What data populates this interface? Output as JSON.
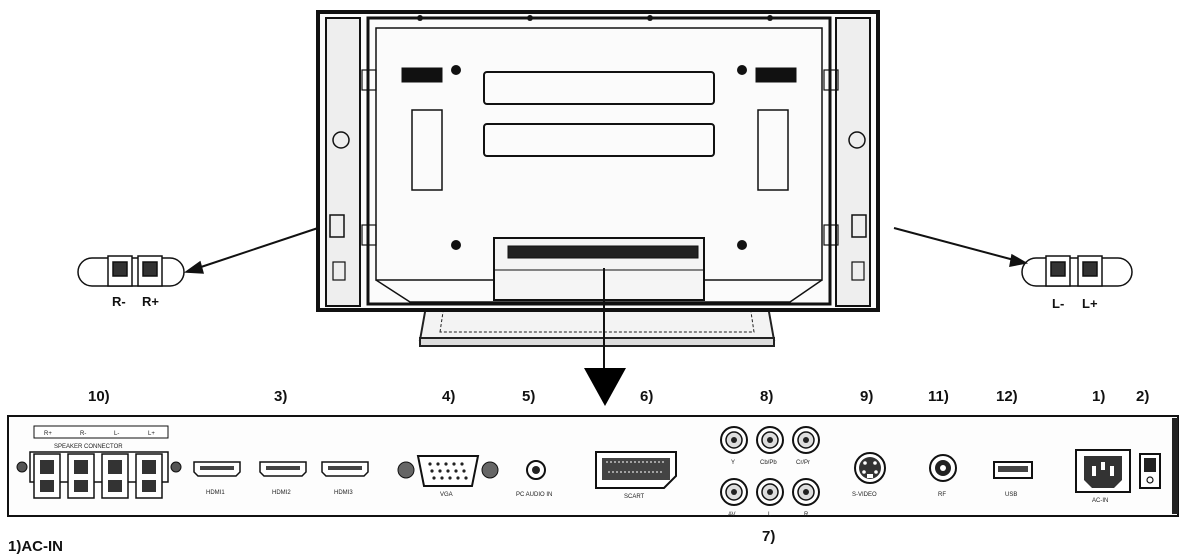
{
  "side_speakers": {
    "left_labels": [
      "R-",
      "R+"
    ],
    "right_labels": [
      "L-",
      "L+"
    ]
  },
  "callout_numbers": {
    "speaker": "10)",
    "hdmi": "3)",
    "vga": "4)",
    "pc_audio": "5)",
    "scart": "6)",
    "av_group": "8)",
    "av_bottom": "7)",
    "svideo": "9)",
    "rf": "11)",
    "usb": "12)",
    "ac_in": "1)",
    "switch": "2)"
  },
  "panel": {
    "speaker_terminal_labels": [
      "R+",
      "R-",
      "L-",
      "L+"
    ],
    "speaker_connector_label": "SPEAKER CONNECTOR",
    "hdmi_labels": [
      "HDMI1",
      "HDMI2",
      "HDMI3"
    ],
    "vga_label": "VGA",
    "pc_audio_label": "PC AUDIO IN",
    "scart_label": "SCART",
    "component_labels": [
      "Y",
      "Cb/Pb",
      "Cr/Pr"
    ],
    "av_labels": [
      "AV",
      "L",
      "R"
    ],
    "svideo_label": "S-VIDEO",
    "rf_label": "RF",
    "usb_label": "USB",
    "ac_label": "AC-IN"
  },
  "footnote": "1)AC-IN"
}
